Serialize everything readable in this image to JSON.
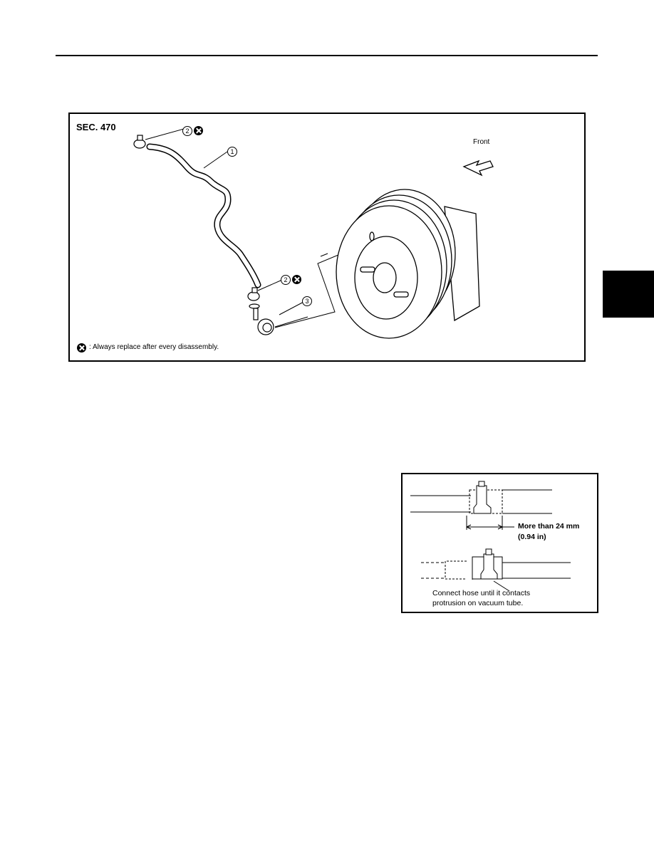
{
  "figure_main": {
    "section_label": "SEC. 470",
    "front_label": "Front",
    "callouts": [
      "2",
      "1",
      "2",
      "3"
    ],
    "legend_text": ": Always replace after every disassembly.",
    "icons": {
      "replace_mark": "circled-x-icon",
      "front_arrow": "front-arrow-icon"
    }
  },
  "figure_small": {
    "dimension_line1": "More than 24 mm",
    "dimension_line2": "(0.94 in)",
    "note_line1": "Connect hose until it contacts",
    "note_line2": "protrusion on vacuum tube."
  }
}
